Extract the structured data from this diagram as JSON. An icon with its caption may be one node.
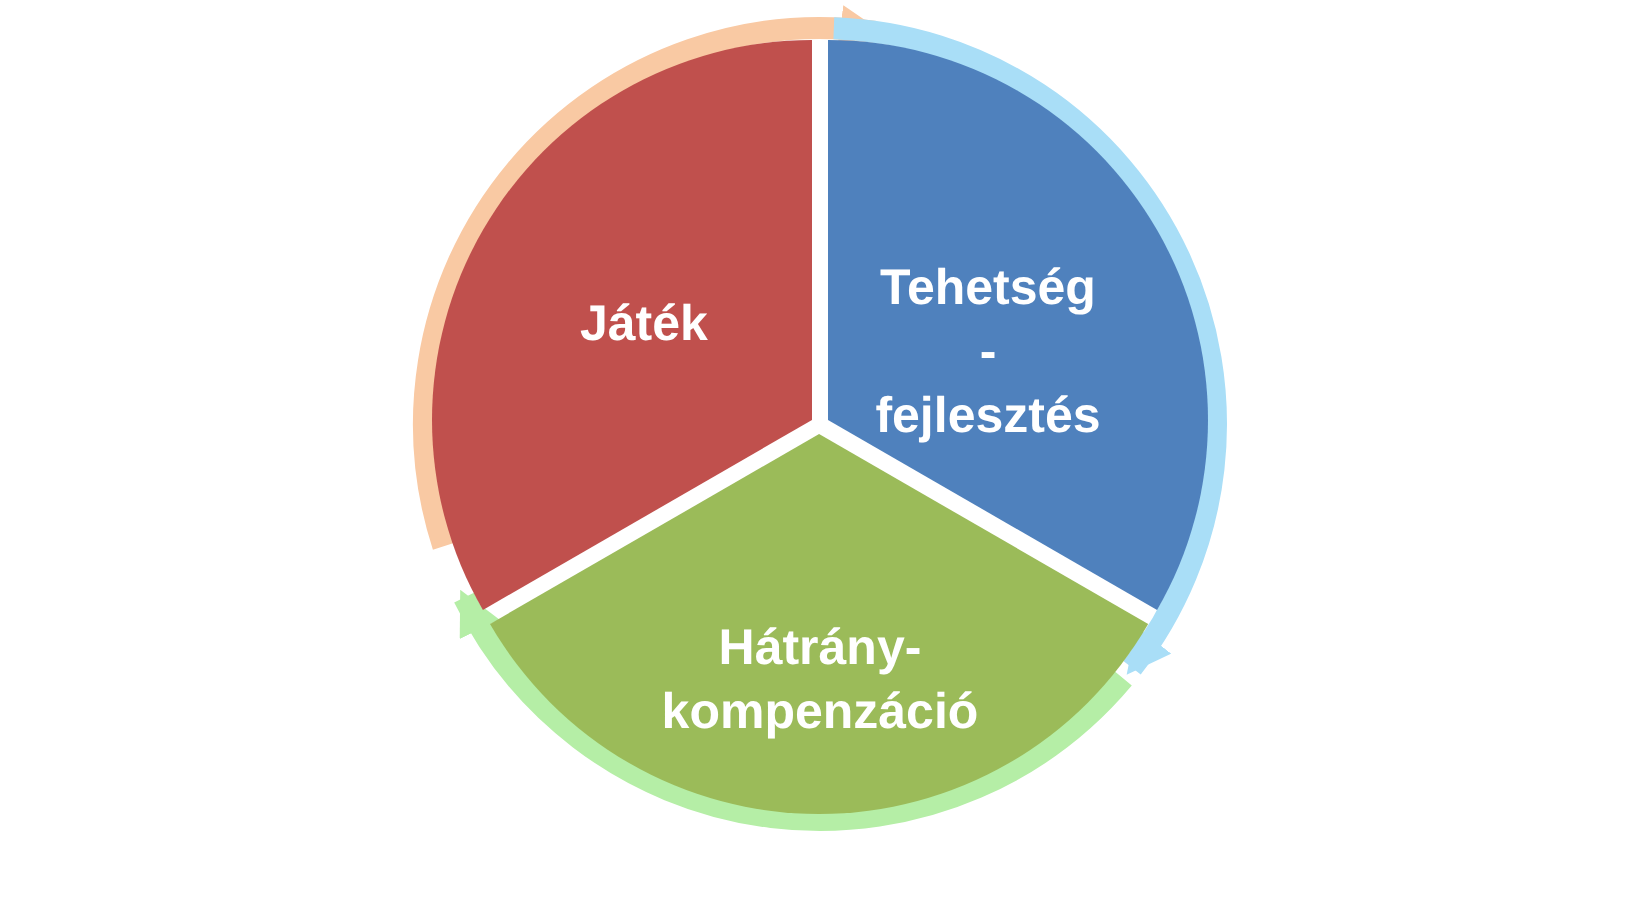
{
  "diagram": {
    "nodes": [
      {
        "text": [
          "Játék"
        ]
      },
      {
        "text": [
          "Tehetség -fejlesztés"
        ]
      },
      {
        "text": [
          "Hátrány- kompenzáció"
        ]
      }
    ],
    "edges": [
      {
        "from": 0,
        "to": 1,
        "arrow": "to",
        "color": "#f9c9a3"
      },
      {
        "from": 1,
        "to": 2,
        "arrow": "to",
        "color": "#a9def7"
      },
      {
        "from": 2,
        "to": 0,
        "arrow": "to",
        "color": "#b5eea6"
      }
    ]
  }
}
